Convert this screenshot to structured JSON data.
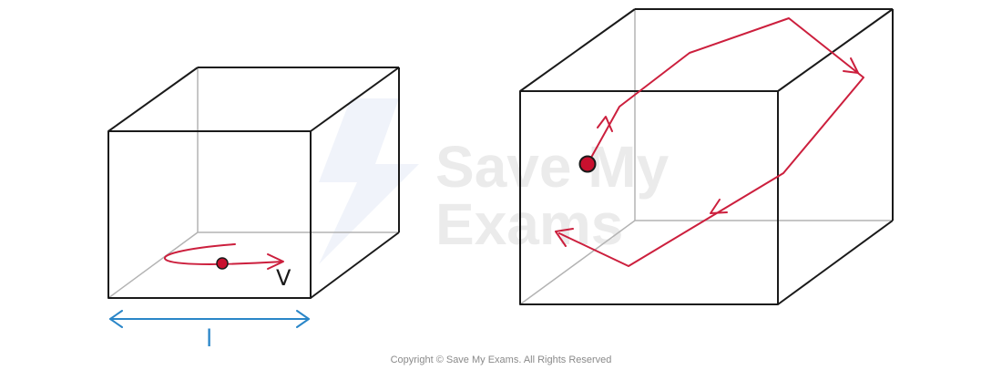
{
  "labels": {
    "velocity": "V",
    "length": "l"
  },
  "watermark": {
    "line1": "Save My",
    "line2": "Exams"
  },
  "copyright": "Copyright © Save My Exams. All Rights Reserved",
  "colors": {
    "edge_front": "#1a1a1a",
    "edge_hidden": "#b3b3b3",
    "path": "#cc1f3d",
    "particle": "#c8102e",
    "dimension_arrow": "#2a86c8",
    "watermark_shape": "#e9eef8"
  }
}
